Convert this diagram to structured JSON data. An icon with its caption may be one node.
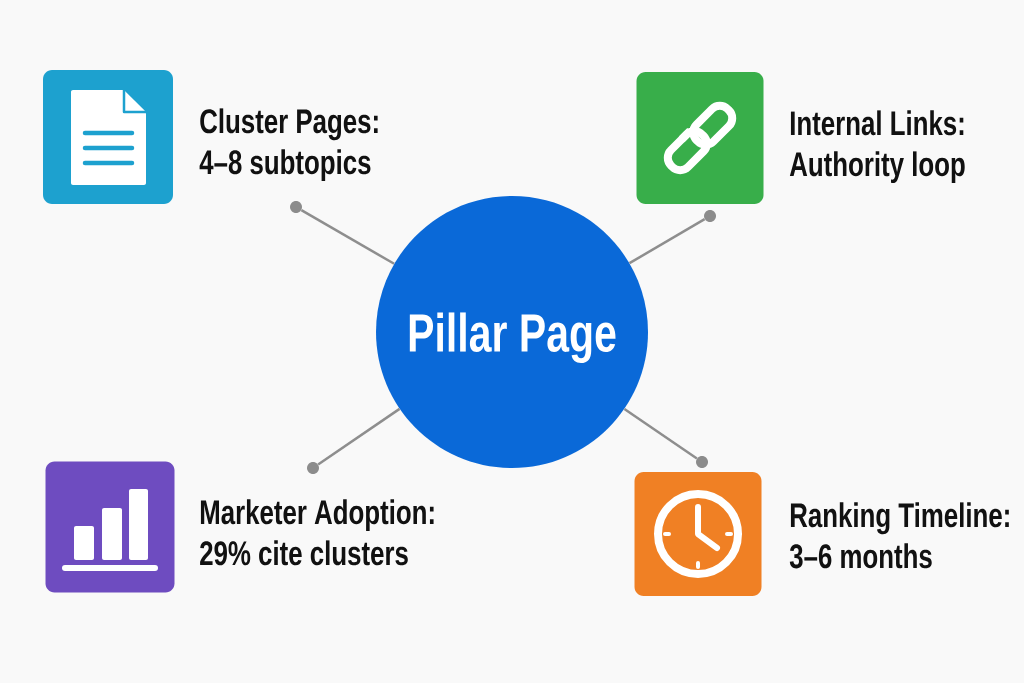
{
  "diagram": {
    "nodes": [
      {
        "text": [
          "Cluster Pages:",
          "4–8 subtopics"
        ]
      },
      {
        "text": [
          "Internal Links:",
          "Authority loop"
        ]
      },
      {
        "text": [],
        "shape": "circle"
      },
      {
        "text": [],
        "shape": "circle"
      },
      {
        "text": [
          "Pillar Page"
        ]
      },
      {
        "text": [],
        "shape": "circle"
      },
      {
        "text": [],
        "shape": "circle"
      },
      {
        "text": [
          "Marketer Adoption:",
          "29% cite clusters"
        ]
      },
      {
        "text": [
          "Ranking Timeline:",
          "3–6 months"
        ]
      }
    ],
    "edges": [
      {
        "from": 4,
        "to": 2,
        "arrow": "none"
      },
      {
        "from": 4,
        "to": 3,
        "arrow": "none"
      },
      {
        "from": 4,
        "to": 5,
        "arrow": "none"
      },
      {
        "from": 4,
        "to": 6,
        "arrow": "none"
      }
    ]
  }
}
